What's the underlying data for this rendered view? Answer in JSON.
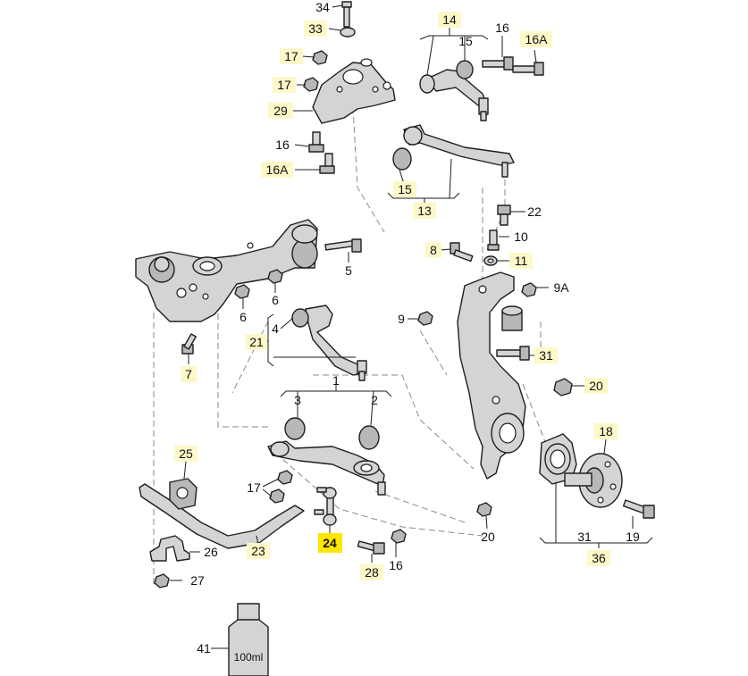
{
  "colors": {
    "label_box": "#fdf8c8",
    "highlight": "#ffe600",
    "part_fill": "#d4d4d4",
    "part_stroke": "#1e1e1e",
    "dashed_line": "#8a8a8a"
  },
  "highlighted_part": "24",
  "callouts": [
    {
      "id": "c34",
      "text": "34"
    },
    {
      "id": "c33",
      "text": "33"
    },
    {
      "id": "c17a",
      "text": "17"
    },
    {
      "id": "c17b",
      "text": "17"
    },
    {
      "id": "c29",
      "text": "29"
    },
    {
      "id": "c16a",
      "text": "16"
    },
    {
      "id": "c16Aa",
      "text": "16A"
    },
    {
      "id": "c14",
      "text": "14"
    },
    {
      "id": "c15a",
      "text": "15"
    },
    {
      "id": "c16b",
      "text": "16"
    },
    {
      "id": "c16Ab",
      "text": "16A"
    },
    {
      "id": "c15b",
      "text": "15"
    },
    {
      "id": "c13",
      "text": "13"
    },
    {
      "id": "c22",
      "text": "22"
    },
    {
      "id": "c10",
      "text": "10"
    },
    {
      "id": "c8",
      "text": "8"
    },
    {
      "id": "c11",
      "text": "11"
    },
    {
      "id": "c5",
      "text": "5"
    },
    {
      "id": "c6a",
      "text": "6"
    },
    {
      "id": "c6b",
      "text": "6"
    },
    {
      "id": "c9A",
      "text": "9A"
    },
    {
      "id": "c9",
      "text": "9"
    },
    {
      "id": "c4",
      "text": "4"
    },
    {
      "id": "c21",
      "text": "21"
    },
    {
      "id": "c7",
      "text": "7"
    },
    {
      "id": "c31a",
      "text": "31"
    },
    {
      "id": "c1",
      "text": "1"
    },
    {
      "id": "c3",
      "text": "3"
    },
    {
      "id": "c2",
      "text": "2"
    },
    {
      "id": "c20a",
      "text": "20"
    },
    {
      "id": "c18",
      "text": "18"
    },
    {
      "id": "c25",
      "text": "25"
    },
    {
      "id": "c17c",
      "text": "17"
    },
    {
      "id": "c24",
      "text": "24"
    },
    {
      "id": "c20b",
      "text": "20"
    },
    {
      "id": "c26",
      "text": "26"
    },
    {
      "id": "c23",
      "text": "23"
    },
    {
      "id": "c28",
      "text": "28"
    },
    {
      "id": "c16c",
      "text": "16"
    },
    {
      "id": "c31b",
      "text": "31"
    },
    {
      "id": "c19",
      "text": "19"
    },
    {
      "id": "c36",
      "text": "36"
    },
    {
      "id": "c27",
      "text": "27"
    },
    {
      "id": "c41",
      "text": "41"
    }
  ],
  "bottle": {
    "label": "100ml"
  }
}
